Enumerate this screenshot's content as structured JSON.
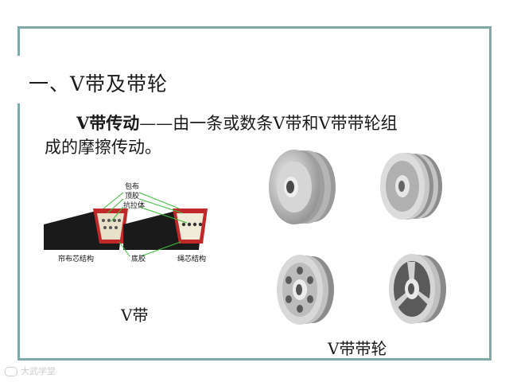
{
  "slide": {
    "title": "一、V带及带轮",
    "description": {
      "term": "V带传动",
      "dash": "——",
      "text_line1": "由一条或数条V带和V带带轮组",
      "text_line2": "成的摩擦传动。"
    }
  },
  "belt_diagram": {
    "labels": {
      "cover": "包布",
      "top_rubber": "顶胶",
      "tension_layer": "抗拉体",
      "bottom_rubber": "底胶",
      "cord_fabric": "帘布芯结构",
      "rope_core": "绳芯结构"
    },
    "caption": "V带"
  },
  "pulleys": {
    "caption": "V带带轮",
    "icons": [
      "solid-web-pulley-icon",
      "four-groove-pulley-icon",
      "hole-web-pulley-icon",
      "spoked-pulley-icon"
    ]
  },
  "watermark": {
    "text": "大武学堂"
  },
  "colors": {
    "frame": "#7fa8a8",
    "belt_body": "#1a1a1a",
    "belt_edge": "#c0282a",
    "guide_lines": "#3bbf3b",
    "pulley_metal": "#b8b8b8"
  }
}
